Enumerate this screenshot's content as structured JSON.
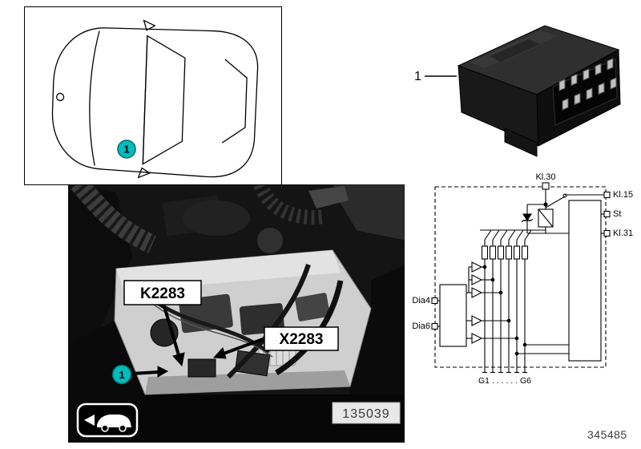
{
  "doc": {
    "number": "345485"
  },
  "car_panel": {
    "marker": "1"
  },
  "photo_panel": {
    "relay_code": "K2283",
    "connector_code": "X2283",
    "marker": "1",
    "photo_id": "135039"
  },
  "relay_panel": {
    "item": "1"
  },
  "schematic": {
    "kl30": "Kl.30",
    "kl15": "Kl.15",
    "st": "St",
    "kl31": "Kl.31",
    "dia4": "Dia4",
    "dia6": "Dia6",
    "g_range": "G1 . . . . . . G6"
  },
  "colors": {
    "marker_teal": "#00bcbc"
  }
}
